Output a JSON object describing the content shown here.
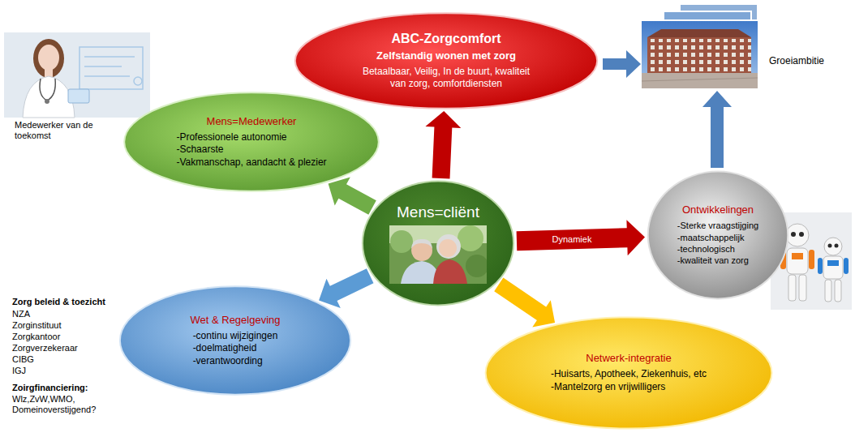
{
  "diagram": {
    "nodes": [
      {
        "text": [
          "ABC-Zorgcomfort",
          "Zelfstandig wonen met zorg",
          "Betaalbaar, Veilig, In de buurt, kwaliteit van zorg, comfortdiensten"
        ]
      },
      {
        "text": [
          "Mens=Medewerker",
          "-Professionele autonomie",
          "-Schaarste",
          "-Vakmanschap, aandacht & plezier"
        ]
      },
      {
        "text": [
          "Mens=cliënt"
        ]
      },
      {
        "text": [
          "Ontwikkelingen",
          "-Sterke vraagstijging",
          "-maatschappelijk",
          "-technologisch",
          "-kwaliteit van zorg"
        ]
      },
      {
        "text": [
          "Wet & Regelgeving",
          "-continu wijzigingen",
          "-doelmatigheid",
          "-verantwoording"
        ]
      },
      {
        "text": [
          "Netwerk-integratie",
          "-Huisarts, Apotheek, Ziekenhuis, etc",
          "-Mantelzorg en vrijwilligers"
        ]
      }
    ],
    "edges": [
      {
        "from": 2,
        "to": 0,
        "arrow": "to"
      },
      {
        "from": 2,
        "to": 1,
        "arrow": "to"
      },
      {
        "from": 2,
        "to": 3,
        "label": "Dynamiek",
        "arrow": "to"
      },
      {
        "from": 2,
        "to": 4,
        "arrow": "to"
      },
      {
        "from": 2,
        "to": 5,
        "arrow": "to"
      }
    ],
    "labels": [
      "Medewerker van de toekomst",
      "Groeiambitie",
      "Zorg beleid & toezicht",
      "NZA",
      "Zorginstituut",
      "Zorgkantoor",
      "Zorgverzekeraar",
      "CIBG",
      "IGJ",
      "Zoirgfinanciering:",
      "Wlz,ZvW,WMO, Domeinoverstijgend?"
    ]
  }
}
